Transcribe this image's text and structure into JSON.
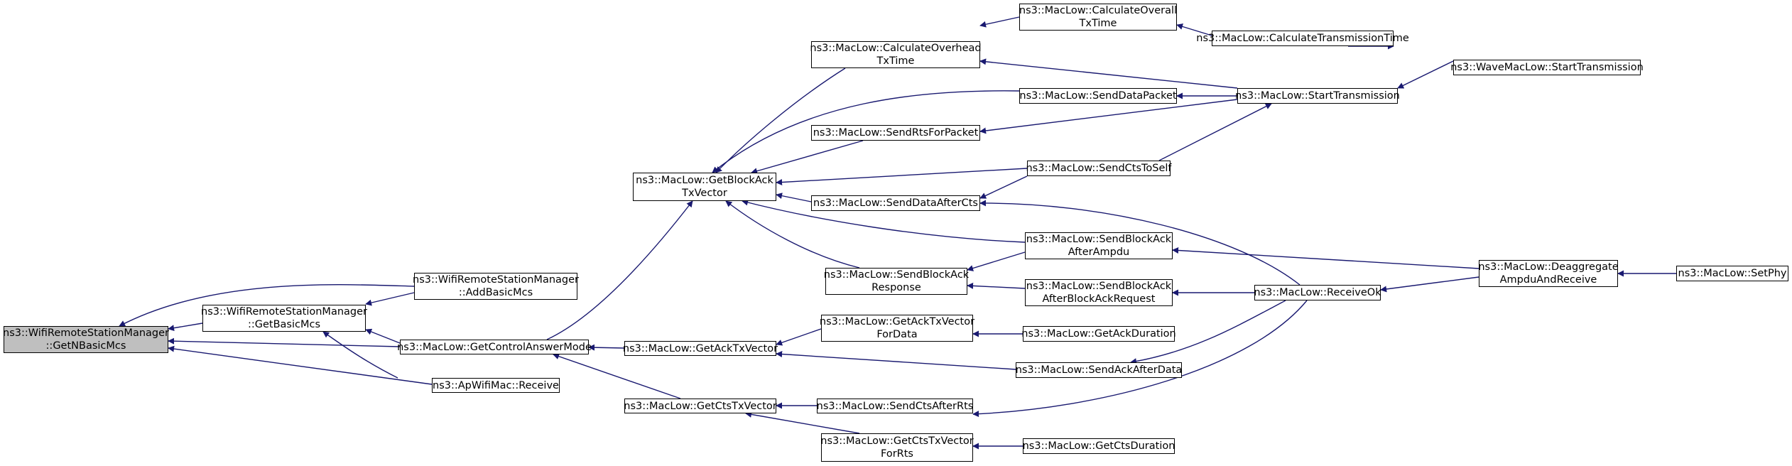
{
  "colors": {
    "edge": "#191970",
    "root_fill": "#bfbfbf",
    "node_fill": "#ffffff",
    "border": "#000000"
  },
  "nodes": {
    "getnbasicmcs": [
      "ns3::WifiRemoteStationManager",
      "::GetNBasicMcs"
    ],
    "addbasicmcs": [
      "ns3::WifiRemoteStationManager",
      "::AddBasicMcs"
    ],
    "getbasicmcs": [
      "ns3::WifiRemoteStationManager",
      "::GetBasicMcs"
    ],
    "getcontrolanswermode": [
      "ns3::MacLow::GetControlAnswerMode"
    ],
    "apwifimac_receive": [
      "ns3::ApWifiMac::Receive"
    ],
    "getblockacktxvector": [
      "ns3::MacLow::GetBlockAck",
      "TxVector"
    ],
    "getacktxvector": [
      "ns3::MacLow::GetAckTxVector"
    ],
    "getctstxvector": [
      "ns3::MacLow::GetCtsTxVector"
    ],
    "calculateoverheadtxtime": [
      "ns3::MacLow::CalculateOverhead",
      "TxTime"
    ],
    "sendrtsforpacket": [
      "ns3::MacLow::SendRtsForPacket"
    ],
    "senddataaftercts": [
      "ns3::MacLow::SendDataAfterCts"
    ],
    "sendblockackresponse": [
      "ns3::MacLow::SendBlockAck",
      "Response"
    ],
    "getacktxvectorfordata": [
      "ns3::MacLow::GetAckTxVector",
      "ForData"
    ],
    "sendctsafterrts": [
      "ns3::MacLow::SendCtsAfterRts"
    ],
    "getctstxvectorforrts": [
      "ns3::MacLow::GetCtsTxVector",
      "ForRts"
    ],
    "calculateoveralltxtime": [
      "ns3::MacLow::CalculateOverall",
      "TxTime"
    ],
    "senddatapacket": [
      "ns3::MacLow::SendDataPacket"
    ],
    "sendctstoself": [
      "ns3::MacLow::SendCtsToSelf"
    ],
    "sendblockackafterampdu": [
      "ns3::MacLow::SendBlockAck",
      "AfterAmpdu"
    ],
    "sendblockackafterblockackrequest": [
      "ns3::MacLow::SendBlockAck",
      "AfterBlockAckRequest"
    ],
    "getackduration": [
      "ns3::MacLow::GetAckDuration"
    ],
    "sendackafterdata": [
      "ns3::MacLow::SendAckAfterData"
    ],
    "getctsduration": [
      "ns3::MacLow::GetCtsDuration"
    ],
    "calculatetransmissiontime": [
      "ns3::MacLow::CalculateTransmissionTime"
    ],
    "starttransmission": [
      "ns3::MacLow::StartTransmission"
    ],
    "receiveok": [
      "ns3::MacLow::ReceiveOk"
    ],
    "wavemaclow_starttransmission": [
      "ns3::WaveMacLow::StartTransmission"
    ],
    "deaggregateampduandreceive": [
      "ns3::MacLow::Deaggregate",
      "AmpduAndReceive"
    ],
    "setphy": [
      "ns3::MacLow::SetPhy"
    ]
  }
}
